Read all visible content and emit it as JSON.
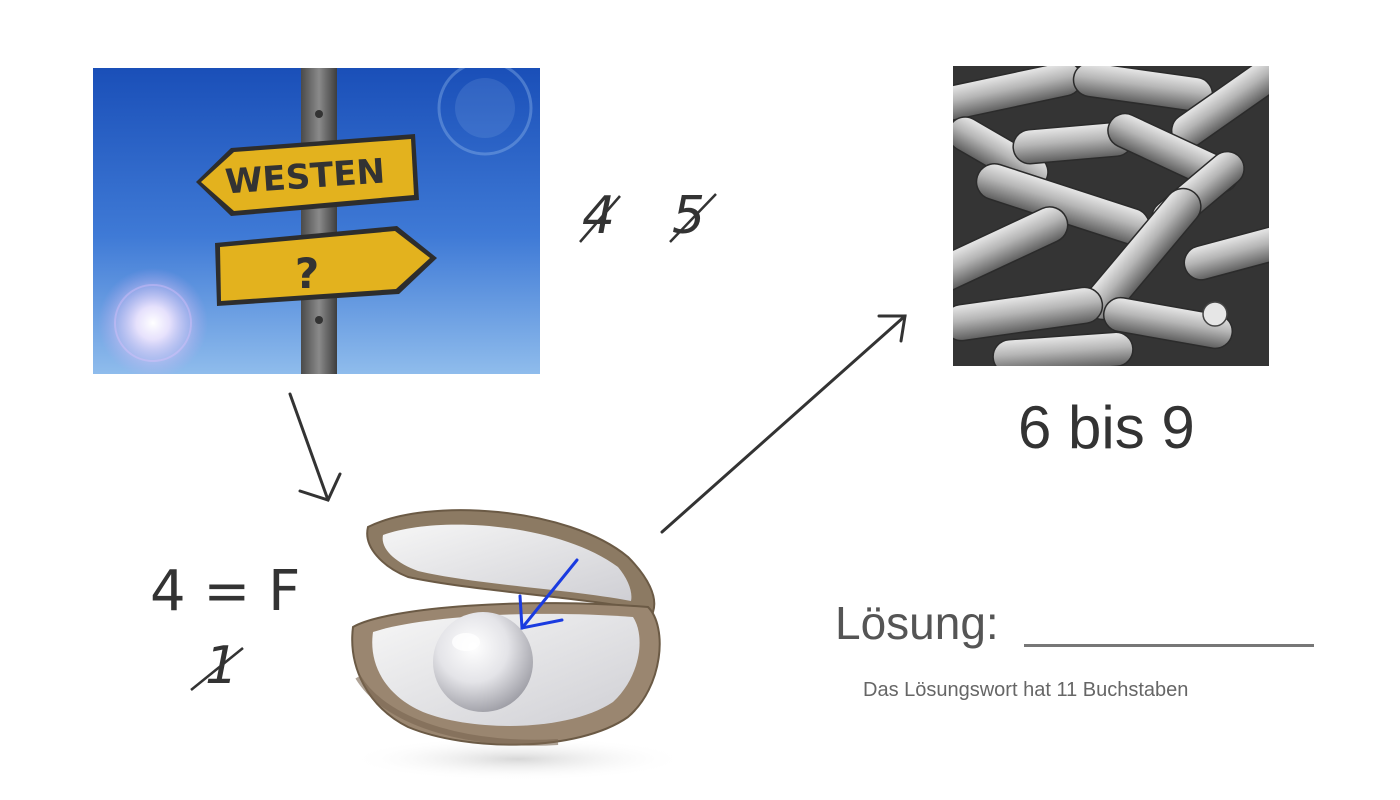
{
  "signpost": {
    "sign_top_text": "WESTEN",
    "sign_bottom_text": "?"
  },
  "clues": {
    "crossed_digit_a": "4",
    "crossed_digit_b": "5",
    "rule": "4 = F",
    "crossed_digit_c": "1",
    "bacteria_range": "6 bis 9"
  },
  "solution": {
    "label": "Lösung:",
    "hint": "Das Lösungswort hat 11 Buchstaben"
  },
  "colors": {
    "ink": "#333333",
    "blue_arrow": "#1a3be0",
    "sign_yellow": "#e3b21e",
    "sky_top": "#1a4fb8",
    "sky_bottom": "#8fbcec"
  },
  "icons": {
    "signpost_picture": "signpost-picture",
    "bacteria_picture": "bacteria-picture",
    "oyster_picture": "oyster-with-pearl-picture"
  }
}
